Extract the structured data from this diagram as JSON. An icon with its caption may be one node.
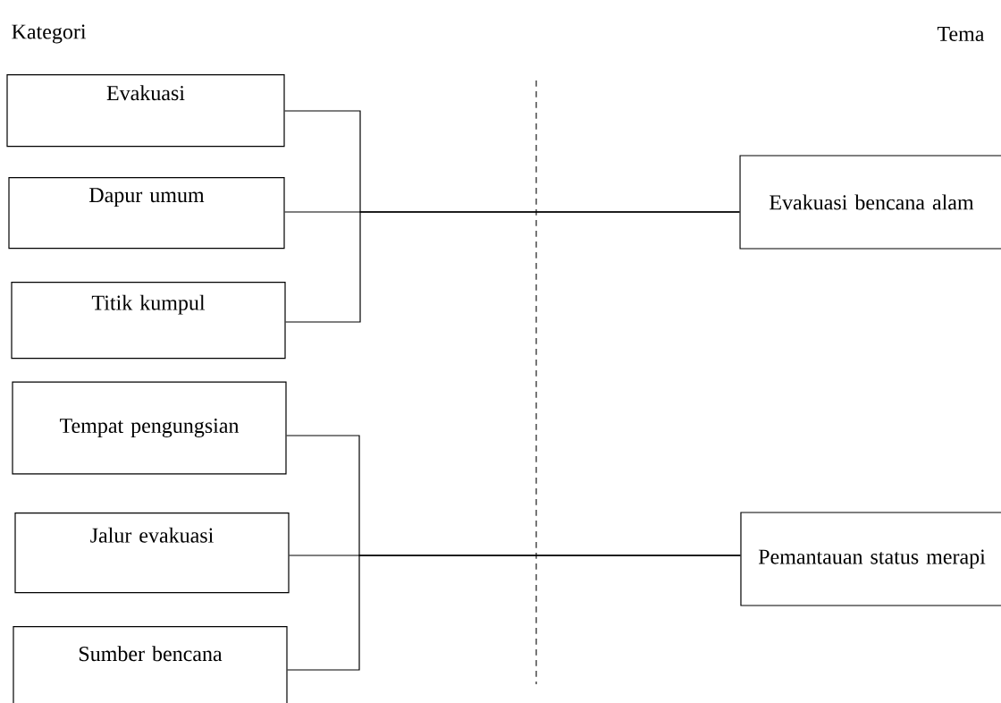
{
  "diagram": {
    "nodes": [
      {
        "text": [
          "Evakuasi"
        ]
      },
      {
        "text": [
          "Dapur umum"
        ]
      },
      {
        "text": [
          "Titik kumpul"
        ]
      },
      {
        "text": [
          "Tempat pengungsian"
        ]
      },
      {
        "text": [
          "Jalur evakuasi"
        ]
      },
      {
        "text": [
          "Sumber bencana"
        ]
      },
      {
        "text": [
          "Evakuasi bencana alam"
        ]
      },
      {
        "text": [
          "Pemantauan status merapi"
        ]
      }
    ],
    "edges": [
      {
        "from": 0,
        "to": 6,
        "arrow": "none"
      },
      {
        "from": 1,
        "to": 6,
        "arrow": "none"
      },
      {
        "from": 2,
        "to": 6,
        "arrow": "none"
      },
      {
        "from": 3,
        "to": 7,
        "arrow": "none"
      },
      {
        "from": 4,
        "to": 7,
        "arrow": "none"
      },
      {
        "from": 5,
        "to": 7,
        "arrow": "none"
      }
    ],
    "labels": [
      "Kategori",
      "Tema"
    ]
  }
}
